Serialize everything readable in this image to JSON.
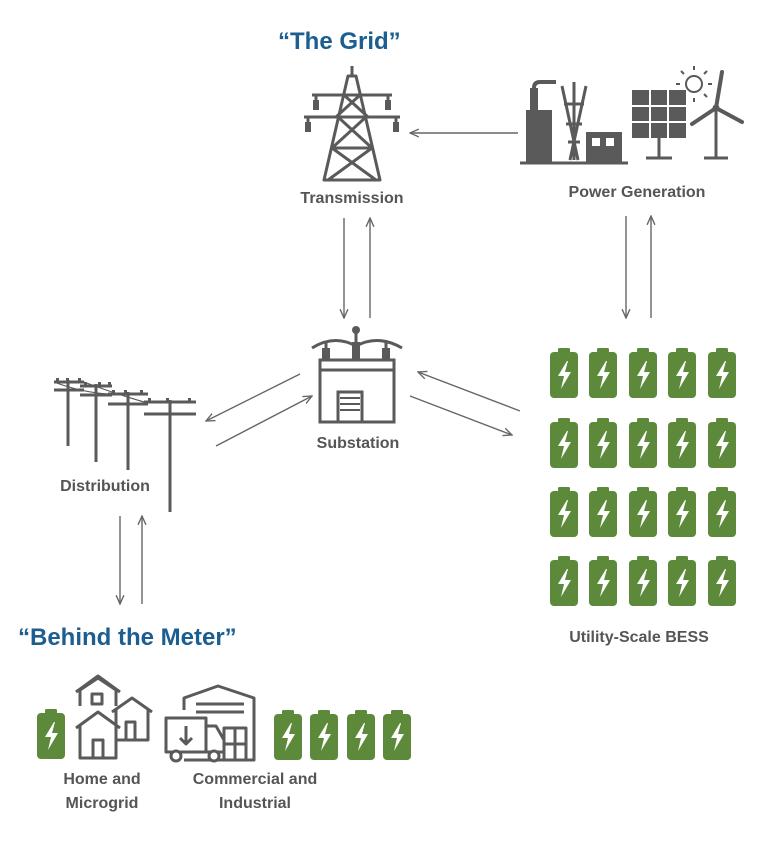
{
  "headings": {
    "grid": "“The Grid”",
    "behind_meter": "“Behind the Meter”"
  },
  "nodes": {
    "transmission": "Transmission",
    "power_generation": "Power Generation",
    "substation": "Substation",
    "distribution": "Distribution",
    "utility_bess": "Utility-Scale BESS",
    "home_line1": "Home and",
    "home_line2": "Microgrid",
    "ci_line1": "Commercial and",
    "ci_line2": "Industrial"
  },
  "colors": {
    "heading": "#1b5e8f",
    "label": "#555555",
    "icon": "#5a5a5a",
    "battery": "#5c8a3a",
    "arrow": "#666666"
  },
  "icons": {
    "transmission": "transmission-tower-icon",
    "power_generation": "power-plant-solar-wind-icon",
    "substation": "substation-icon",
    "distribution": "utility-poles-icon",
    "battery": "battery-bolt-icon",
    "home": "houses-icon",
    "commercial": "warehouse-truck-icon"
  }
}
